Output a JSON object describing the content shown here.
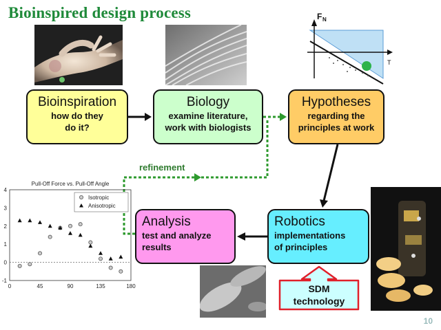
{
  "title": "Bioinspired design process",
  "boxes": {
    "bioinspiration": {
      "title": "Bioinspiration",
      "line1": "how do they",
      "line2": "do it?",
      "color": "#ffff99"
    },
    "biology": {
      "title": "Biology",
      "line1": "examine literature,",
      "line2": "work with biologists",
      "color": "#ccffcc"
    },
    "hypotheses": {
      "title": "Hypotheses",
      "line1": "regarding the",
      "line2": "principles at work",
      "color": "#ffcc66"
    },
    "analysis": {
      "title": "Analysis",
      "line1": "test and analyze",
      "line2": "results",
      "color": "#ff99ee"
    },
    "robotics": {
      "title": "Robotics",
      "line1": "implementations",
      "line2": "of principles",
      "color": "#66eeff"
    },
    "sdm": {
      "line1": "SDM",
      "line2": "technology",
      "color": "#ccffff"
    }
  },
  "refinement_label": "refinement",
  "force_plot": {
    "y_label": "F",
    "y_sub": "N",
    "x_sub": "T"
  },
  "page_number": "10",
  "chart_data": {
    "type": "scatter",
    "title": "Pull-Off Force vs. Pull-Off Angle",
    "xlabel": "",
    "ylabel": "",
    "xlim": [
      0,
      180
    ],
    "ylim": [
      -1,
      4
    ],
    "x_ticks": [
      "0",
      "45",
      "90",
      "135",
      "180"
    ],
    "y_ticks": [
      "-1",
      "0",
      "1",
      "2",
      "3",
      "4"
    ],
    "legend_position": "top-right",
    "series": [
      {
        "name": "Isotropic",
        "marker": "circle",
        "x": [
          15,
          30,
          45,
          60,
          75,
          90,
          105,
          120,
          135,
          150,
          165
        ],
        "y": [
          -0.2,
          -0.1,
          0.5,
          1.4,
          1.9,
          2.0,
          2.1,
          1.1,
          0.2,
          -0.3,
          -0.5
        ]
      },
      {
        "name": "Anisotropic",
        "marker": "triangle",
        "x": [
          15,
          30,
          45,
          60,
          75,
          90,
          105,
          120,
          135,
          150,
          165
        ],
        "y": [
          2.3,
          2.3,
          2.2,
          2.0,
          1.9,
          1.6,
          1.5,
          0.9,
          0.5,
          0.2,
          0.3
        ]
      }
    ]
  }
}
